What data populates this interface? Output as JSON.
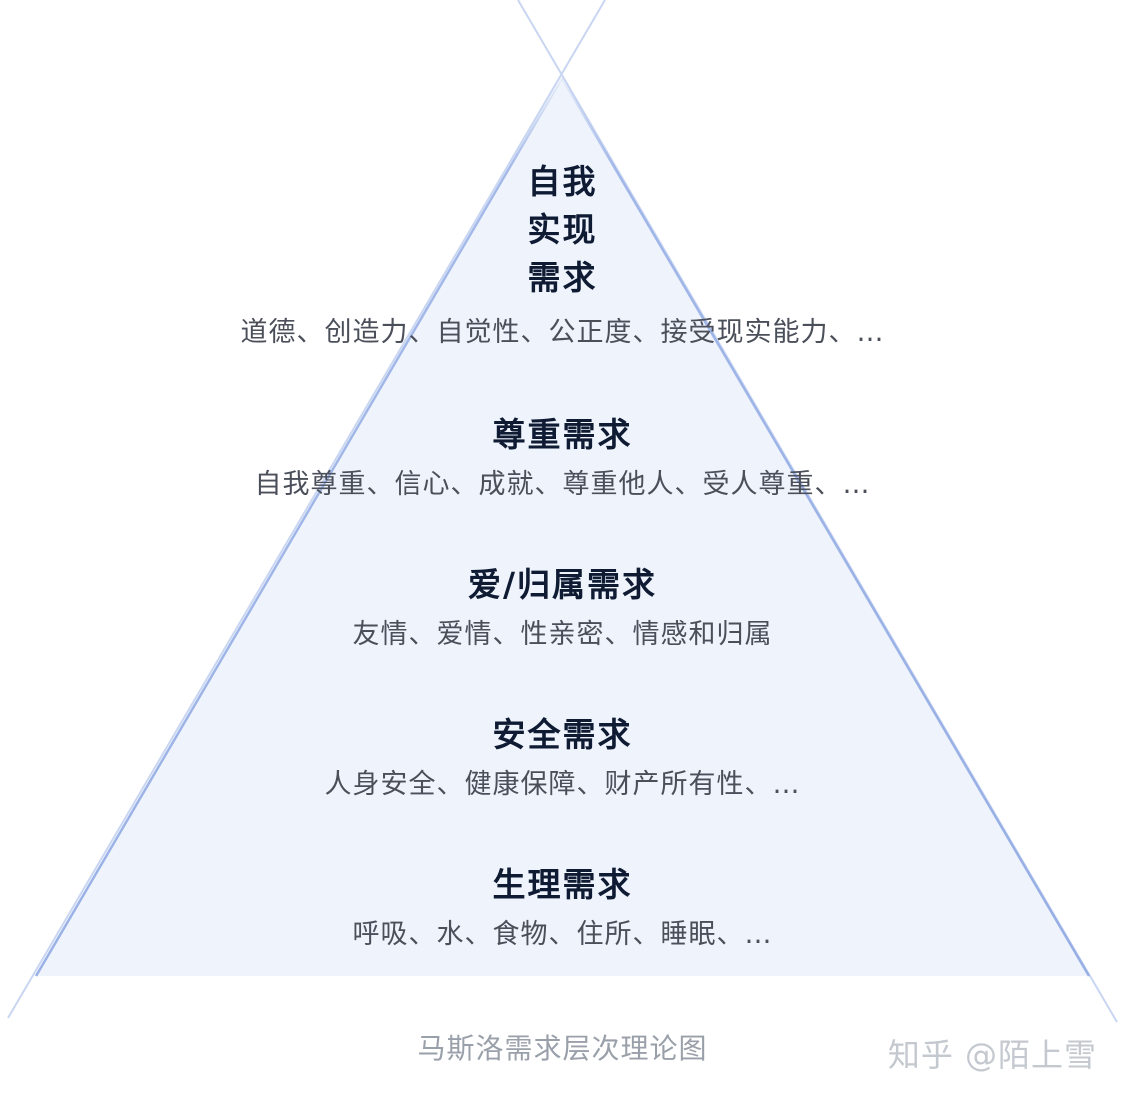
{
  "levels": [
    {
      "title_lines": [
        "自我",
        "实现",
        "需求"
      ],
      "description": "道德、创造力、自觉性、公正度、接受现实能力、…"
    },
    {
      "title": "尊重需求",
      "description": "自我尊重、信心、成就、尊重他人、受人尊重、…"
    },
    {
      "title": "爱/归属需求",
      "description": "友情、爱情、性亲密、情感和归属"
    },
    {
      "title": "安全需求",
      "description": "人身安全、健康保障、财产所有性、…"
    },
    {
      "title": "生理需求",
      "description": "呼吸、水、食物、住所、睡眠、…"
    }
  ],
  "caption": "马斯洛需求层次理论图",
  "watermark": "知乎 @陌上雪",
  "colors": {
    "fill": "#eef3fc",
    "edge": "#8fa9e3",
    "divider": "#b7c8ee",
    "title_text": "#0f1b33",
    "desc_text": "#4a4f5a"
  }
}
